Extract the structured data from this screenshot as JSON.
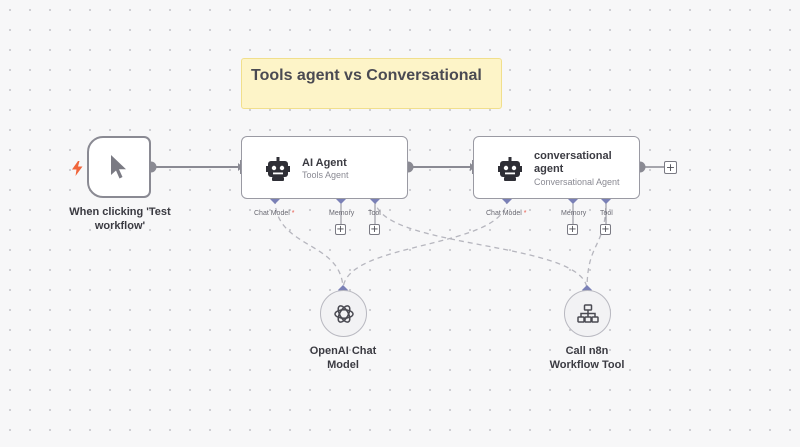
{
  "sticky": {
    "text": "Tools agent vs Conversational"
  },
  "trigger": {
    "label_line1": "When clicking 'Test",
    "label_line2": "workflow'"
  },
  "agent1": {
    "name": "AI Agent",
    "subtitle": "Tools Agent",
    "ports": {
      "chat_model": "Chat Model",
      "required_mark": "*",
      "memory": "Memory",
      "tool": "Tool"
    }
  },
  "agent2": {
    "name_line1": "conversational",
    "name_line2": "agent",
    "subtitle": "Conversational Agent",
    "ports": {
      "chat_model": "Chat Model",
      "required_mark": "*",
      "memory": "Memory",
      "tool": "Tool"
    }
  },
  "openai": {
    "label_line1": "OpenAI Chat",
    "label_line2": "Model"
  },
  "call_tool": {
    "label_line1": "Call n8n",
    "label_line2": "Workflow Tool"
  },
  "plus_symbol": "+",
  "icons": {
    "trigger": "cursor-arrow-icon",
    "bolt": "lightning-bolt-icon",
    "agent": "robot-icon",
    "openai": "openai-logo-icon",
    "tool": "sitemap-icon"
  },
  "colors": {
    "sticky_bg": "#fdf4c8",
    "bolt": "#f0653b",
    "required": "#e8584a",
    "port_diamond": "#7a80b6"
  }
}
